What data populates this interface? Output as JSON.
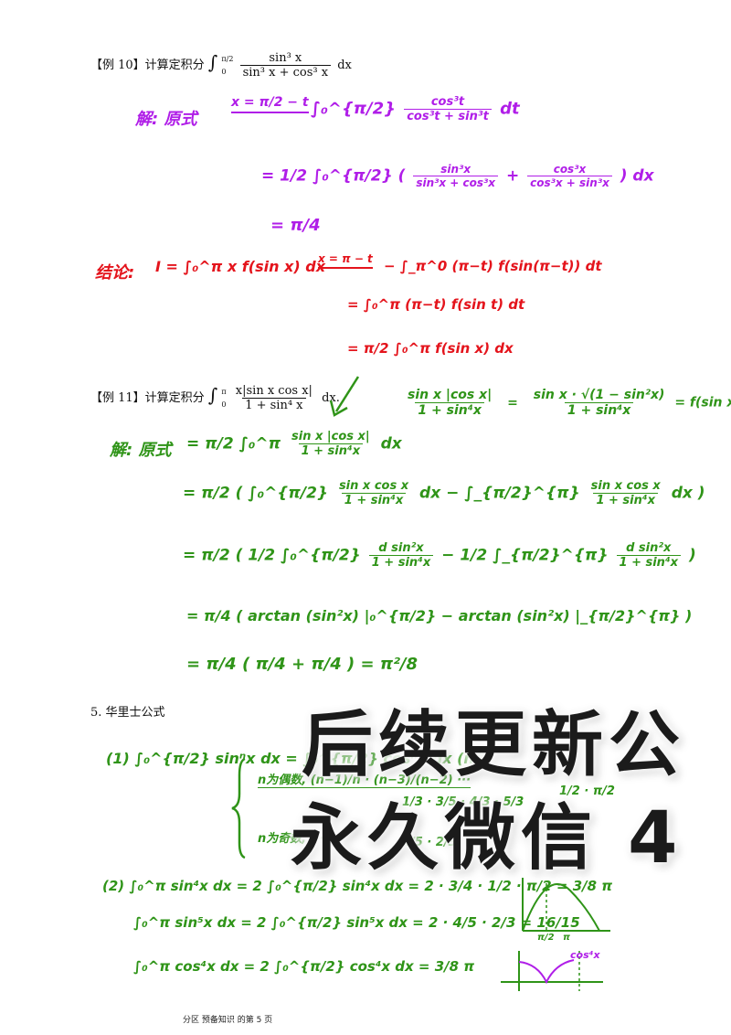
{
  "example10": {
    "label": "【例 10】计算定积分",
    "integral": "∫",
    "upper": "π/2",
    "lower": "0",
    "numerator": "sin³ x",
    "denominator": "sin³ x + cos³ x",
    "dx": "dx"
  },
  "solution10": {
    "label": "解: 原式",
    "substitution": "x = π/2 − t",
    "step1_integral": "∫₀^{π/2}",
    "step1_num": "cos³t",
    "step1_den": "cos³t + sin³t",
    "step1_dt": "dt",
    "step2_prefix": "= 1/2 ∫₀^{π/2} (",
    "step2_num1": "sin³x",
    "step2_den1": "sin³x + cos³x",
    "step2_plus": "+",
    "step2_num2": "cos³x",
    "step2_den2": "cos³x + sin³x",
    "step2_suffix": ") dx",
    "step3": "= π/4"
  },
  "conclusion": {
    "label": "结论:",
    "line1_left": "I = ∫₀^π x f(sin x) dx",
    "line1_sub": "x = π − t",
    "line1_right": "− ∫_π^0 (π−t) f(sin(π−t)) dt",
    "line2": "= ∫₀^π (π−t) f(sin t) dt",
    "line3": "= π/2 ∫₀^π f(sin x) dx"
  },
  "example11": {
    "label": "【例 11】计算定积分",
    "integral": "∫",
    "upper": "π",
    "lower": "0",
    "numerator": "x|sin x cos x|",
    "denominator": "1 + sin⁴ x",
    "dx": "dx."
  },
  "note11": {
    "left_num": "sin x |cos x|",
    "left_den": "1 + sin⁴x",
    "eq": "=",
    "right_num": "sin x · √(1 − sin²x)",
    "right_den": "1 + sin⁴x",
    "suffix": "= f(sin x)"
  },
  "solution11": {
    "label": "解: 原式",
    "line1_prefix": "= π/2 ∫₀^π",
    "line1_num": "sin x |cos x|",
    "line1_den": "1 + sin⁴x",
    "line1_suffix": "dx",
    "line2_prefix": "= π/2 ( ∫₀^{π/2}",
    "line2_num1": "sin x cos x",
    "line2_den1": "1 + sin⁴x",
    "line2_mid": "dx − ∫_{π/2}^{π}",
    "line2_num2": "sin x cos x",
    "line2_den2": "1 + sin⁴x",
    "line2_suffix": "dx )",
    "line3_prefix": "= π/2 ( 1/2 ∫₀^{π/2}",
    "line3_num1": "d sin²x",
    "line3_den1": "1 + sin⁴x",
    "line3_mid": "− 1/2 ∫_{π/2}^{π}",
    "line3_num2": "d sin²x",
    "line3_den2": "1 + sin⁴x",
    "line3_suffix": ")",
    "line4": "= π/4 ( arctan (sin²x) |₀^{π/2} − arctan (sin²x) |_{π/2}^{π} )",
    "line5": "= π/4 ( π/4 + π/4 ) = π²/8"
  },
  "section5": {
    "title": "5. 华里士公式"
  },
  "wallis": {
    "item1": "(1) ∫₀^{π/2} sinⁿx dx = ∫₀^{π/2} cosⁿx dx  (n为",
    "brace_case1": "n为偶数,  (n−1)/n · (n−3)/(n−2) ···",
    "brace_case1_tail": "1/2 · π/2",
    "brace_case2": "n为奇数, ···",
    "brace_case2_tail": "4/5 · 2/3",
    "mid_frac": "1/3 · 3/5 · 4/3 · 5/3",
    "item2_line1": "(2) ∫₀^π sin⁴x dx = 2 ∫₀^{π/2} sin⁴x dx = 2 · 3/4 · 1/2 · π/2 = 3/8 π",
    "item2_line2": "∫₀^π sin⁵x dx = 2 ∫₀^{π/2} sin⁵x dx = 2 · 4/5 · 2/3 = 16/15",
    "item2_line3": "∫₀^π cos⁴x dx = 2 ∫₀^{π/2} cos⁴x dx = 3/8 π",
    "graph1_labels": [
      "π/2",
      "π"
    ],
    "graph2_label": "cos⁴x"
  },
  "watermark": {
    "line1": "后续更新公",
    "line2": "永久微信 4"
  },
  "footer": {
    "text": "分区 预备知识 的第 5 页"
  },
  "colors": {
    "purple": "#b01ee8",
    "red": "#e4141c",
    "green": "#2f9418",
    "watermark": "#1b1b1b"
  }
}
